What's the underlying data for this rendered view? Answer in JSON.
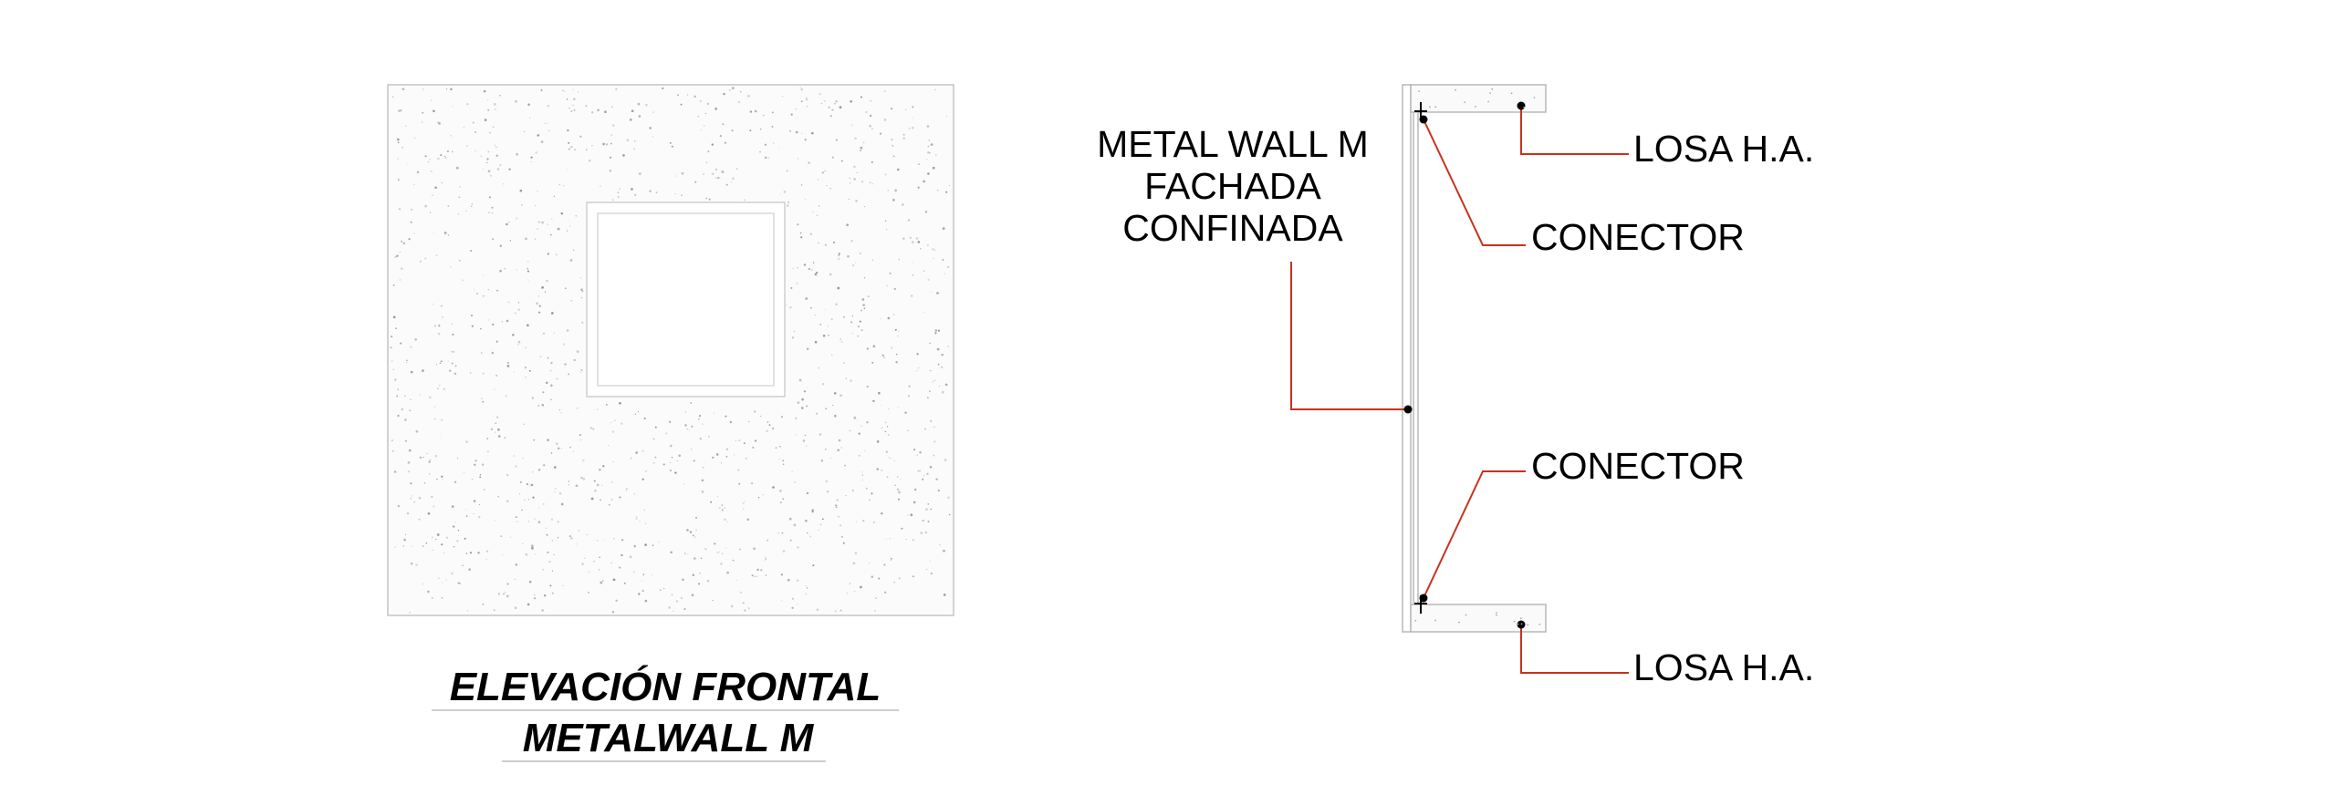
{
  "elevation": {
    "title_line1": "ELEVACIÓN FRONTAL",
    "title_line2": "METALWALL M"
  },
  "section": {
    "wall_label_line1": "METAL WALL M",
    "wall_label_line2": "FACHADA",
    "wall_label_line3": "CONFINADA",
    "slab_top_label": "LOSA H.A.",
    "connector_top_label": "CONECTOR",
    "connector_bottom_label": "CONECTOR",
    "slab_bottom_label": "LOSA H.A."
  },
  "colors": {
    "leader": "#c8321e",
    "outline": "#b8b8b8",
    "text": "#000000"
  }
}
